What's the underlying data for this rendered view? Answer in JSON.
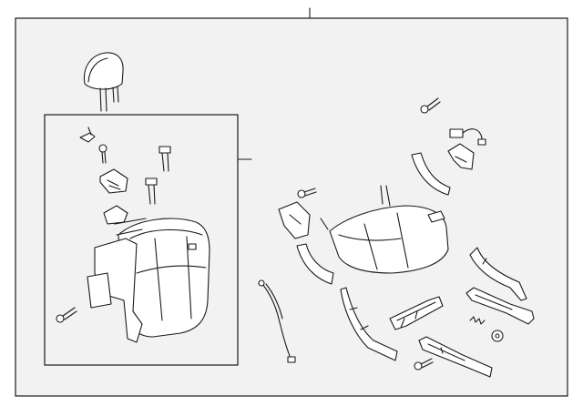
{
  "diagram": {
    "background": "#ffffff",
    "panel_fill": "#f2f2f2",
    "line_color": "#1a1a1a",
    "parts": [
      {
        "name": "headrest",
        "icon": "headrest-icon"
      },
      {
        "name": "seat-back-assembly",
        "icon": "seat-back-icon"
      },
      {
        "name": "seat-back-trim-clip",
        "icon": "clip-icon"
      },
      {
        "name": "seat-back-screw",
        "icon": "screw-icon"
      },
      {
        "name": "headrest-guide",
        "icon": "guide-icon"
      },
      {
        "name": "recliner-cover",
        "icon": "cover-icon"
      },
      {
        "name": "lower-bolt",
        "icon": "bolt-icon"
      },
      {
        "name": "seat-cushion",
        "icon": "cushion-icon"
      },
      {
        "name": "cushion-frame-bolt",
        "icon": "bolt-icon"
      },
      {
        "name": "harness-connector",
        "icon": "connector-icon"
      },
      {
        "name": "cushion-bracket",
        "icon": "bracket-icon"
      },
      {
        "name": "cushion-side-shield",
        "icon": "shield-icon"
      },
      {
        "name": "release-cable",
        "icon": "cable-icon"
      },
      {
        "name": "seat-track-left",
        "icon": "track-icon"
      },
      {
        "name": "seat-track-right",
        "icon": "track-icon"
      },
      {
        "name": "track-cover",
        "icon": "cover-icon"
      },
      {
        "name": "adjuster-bar",
        "icon": "lever-icon"
      },
      {
        "name": "spring",
        "icon": "spring-icon"
      },
      {
        "name": "grommet",
        "icon": "grommet-icon"
      }
    ]
  }
}
